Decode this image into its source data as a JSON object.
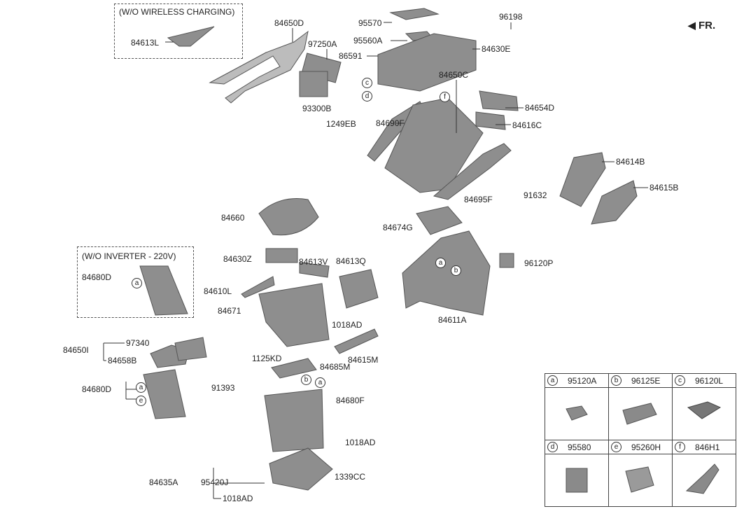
{
  "notes": {
    "wireless": "(W/O WIRELESS CHARGING)",
    "inverter": "(W/O INVERTER - 220V)"
  },
  "direction": "FR.",
  "labels": [
    "84613L",
    "84650D",
    "95570",
    "96198",
    "95560A",
    "97250A",
    "86591",
    "84630E",
    "84650C",
    "93300B",
    "1249EB",
    "84654D",
    "84616C",
    "84690F",
    "84614B",
    "84615B",
    "84695F",
    "91632",
    "84660",
    "84674G",
    "84680D",
    "84630Z",
    "84613V",
    "84613Q",
    "96120P",
    "84610L",
    "84671",
    "1018AD",
    "84611A",
    "84650I",
    "97340",
    "84658B",
    "1125KD",
    "84685M",
    "84615M",
    "91393",
    "84680D",
    "84680F",
    "1018AD",
    "1339CC",
    "84635A",
    "95420J",
    "1018AD"
  ],
  "callouts": [
    "c",
    "d",
    "f",
    "a",
    "a",
    "b",
    "a",
    "e",
    "b",
    "a"
  ],
  "legend": [
    {
      "key": "a",
      "part": "95120A"
    },
    {
      "key": "b",
      "part": "96125E"
    },
    {
      "key": "c",
      "part": "96120L"
    },
    {
      "key": "d",
      "part": "95580"
    },
    {
      "key": "e",
      "part": "95260H"
    },
    {
      "key": "f",
      "part": "846H1"
    }
  ]
}
